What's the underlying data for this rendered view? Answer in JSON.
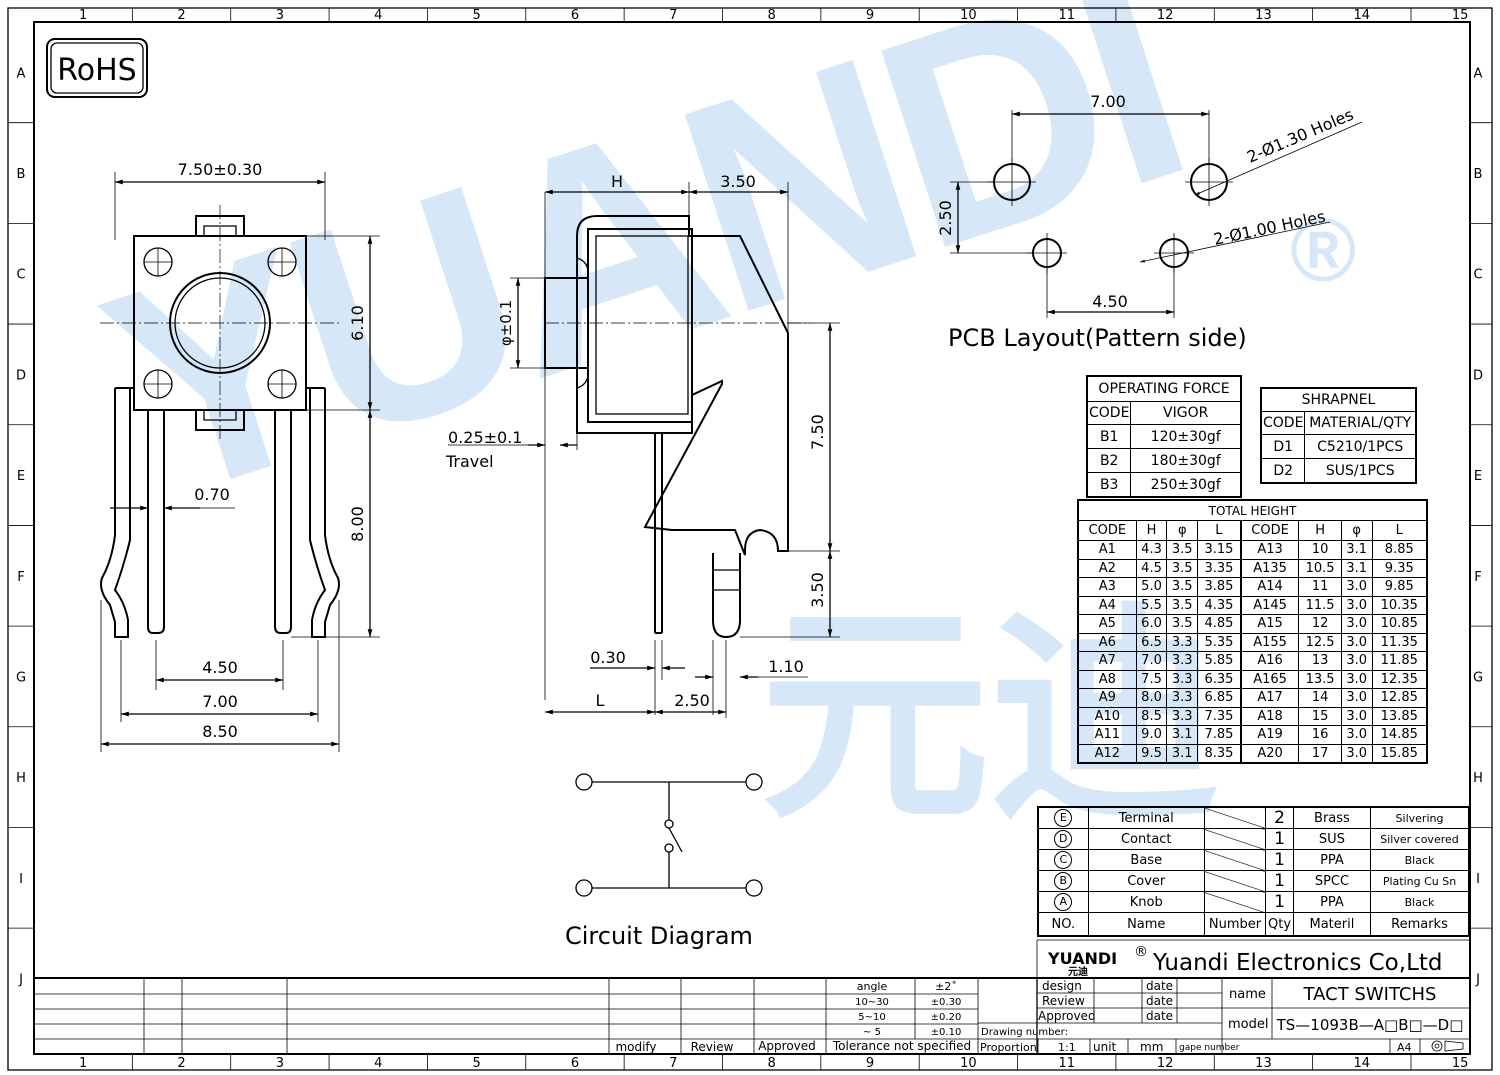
{
  "watermark": {
    "brand_latin": "YUANDI",
    "brand_cn": "元迪",
    "registered": "®"
  },
  "border": {
    "cols": [
      "1",
      "2",
      "3",
      "4",
      "5",
      "6",
      "7",
      "8",
      "9",
      "10",
      "11",
      "12",
      "13",
      "14",
      "15"
    ],
    "rows": [
      "A",
      "B",
      "C",
      "D",
      "E",
      "F",
      "G",
      "H",
      "I",
      "J"
    ]
  },
  "rohs": "RoHS",
  "front_view": {
    "width": "7.50±0.30",
    "height_body": "6.10",
    "height_leg": "8.00",
    "leg_w": "0.70",
    "pitch_inner": "4.50",
    "pitch_mid": "7.00",
    "pitch_outer": "8.50"
  },
  "side_view": {
    "h": "H",
    "depth": "3.50",
    "phi": "φ±0.1",
    "travel_val": "0.25±0.1",
    "travel_label": "Travel",
    "height": "7.50",
    "leg_h": "3.50",
    "thick": "0.30",
    "leg_w": "1.10",
    "l": "L",
    "pitch": "2.50"
  },
  "pcb": {
    "pitch_x": "7.00",
    "pitch_y": "2.50",
    "pitch_small": "4.50",
    "holes_big": "2-Ø1.30 Holes",
    "holes_small": "2-Ø1.00 Holes",
    "title": "PCB  Layout(Pattern  side)"
  },
  "circuit_title": "Circuit  Diagram",
  "operating_force": {
    "title": "OPERATING  FORCE",
    "headers": [
      "CODE",
      "VIGOR"
    ],
    "rows": [
      [
        "B1",
        "120±30gf"
      ],
      [
        "B2",
        "180±30gf"
      ],
      [
        "B3",
        "250±30gf"
      ]
    ]
  },
  "shrapnel": {
    "title": "SHRAPNEL",
    "headers": [
      "CODE",
      "MATERIAL/QTY"
    ],
    "rows": [
      [
        "D1",
        "C5210/1PCS"
      ],
      [
        "D2",
        "SUS/1PCS"
      ]
    ]
  },
  "total_height": {
    "title": "TOTAL  HEIGHT",
    "headers": [
      "CODE",
      "H",
      "φ",
      "L",
      "CODE",
      "H",
      "φ",
      "L"
    ],
    "rows": [
      [
        "A1",
        "4.3",
        "3.5",
        "3.15",
        "A13",
        "10",
        "3.1",
        "8.85"
      ],
      [
        "A2",
        "4.5",
        "3.5",
        "3.35",
        "A135",
        "10.5",
        "3.1",
        "9.35"
      ],
      [
        "A3",
        "5.0",
        "3.5",
        "3.85",
        "A14",
        "11",
        "3.0",
        "9.85"
      ],
      [
        "A4",
        "5.5",
        "3.5",
        "4.35",
        "A145",
        "11.5",
        "3.0",
        "10.35"
      ],
      [
        "A5",
        "6.0",
        "3.5",
        "4.85",
        "A15",
        "12",
        "3.0",
        "10.85"
      ],
      [
        "A6",
        "6.5",
        "3.3",
        "5.35",
        "A155",
        "12.5",
        "3.0",
        "11.35"
      ],
      [
        "A7",
        "7.0",
        "3.3",
        "5.85",
        "A16",
        "13",
        "3.0",
        "11.85"
      ],
      [
        "A8",
        "7.5",
        "3.3",
        "6.35",
        "A165",
        "13.5",
        "3.0",
        "12.35"
      ],
      [
        "A9",
        "8.0",
        "3.3",
        "6.85",
        "A17",
        "14",
        "3.0",
        "12.85"
      ],
      [
        "A10",
        "8.5",
        "3.3",
        "7.35",
        "A18",
        "15",
        "3.0",
        "13.85"
      ],
      [
        "A11",
        "9.0",
        "3.1",
        "7.85",
        "A19",
        "16",
        "3.0",
        "14.85"
      ],
      [
        "A12",
        "9.5",
        "3.1",
        "8.35",
        "A20",
        "17",
        "3.0",
        "15.85"
      ]
    ]
  },
  "bom": {
    "rows": [
      [
        "E",
        "Terminal",
        "2",
        "Brass",
        "Silvering"
      ],
      [
        "D",
        "Contact",
        "1",
        "SUS",
        "Silver  covered"
      ],
      [
        "C",
        "Base",
        "1",
        "PPA",
        "Black"
      ],
      [
        "B",
        "Cover",
        "1",
        "SPCC",
        "Plating  Cu  Sn"
      ],
      [
        "A",
        "Knob",
        "1",
        "PPA",
        "Black"
      ]
    ],
    "headers": [
      "NO.",
      "Name",
      "Number",
      "Qty",
      "Materil",
      "Remarks"
    ]
  },
  "company": {
    "logo": "YUANDI",
    "logo_cn": "元迪",
    "reg": "®",
    "name": "Yuandi Electronics Co,Ltd"
  },
  "title_block": {
    "design": "design",
    "review": "Review",
    "approved": "Approved",
    "date": "date",
    "name_label": "name",
    "name_value": "TACT  SWITCHS",
    "model_label": "model",
    "model_value": "TS—1093B—A□B□—D□",
    "drawing_number": "Drawing  number:",
    "proportion": "Proportion",
    "scale": "1:1",
    "unit_label": "unit",
    "unit": "mm",
    "gape_number": "gape  number",
    "paper": "A4",
    "angle": "angle",
    "angle_tol": "±2˚",
    "tol_rows": [
      [
        "10~30",
        "±0.30"
      ],
      [
        "5~10",
        "±0.20"
      ],
      [
        "~ 5",
        "±0.10"
      ]
    ],
    "tol_not_spec": "Tolerance  not  specified",
    "modify": "modify",
    "review2": "Review",
    "approved2": "Approved"
  }
}
